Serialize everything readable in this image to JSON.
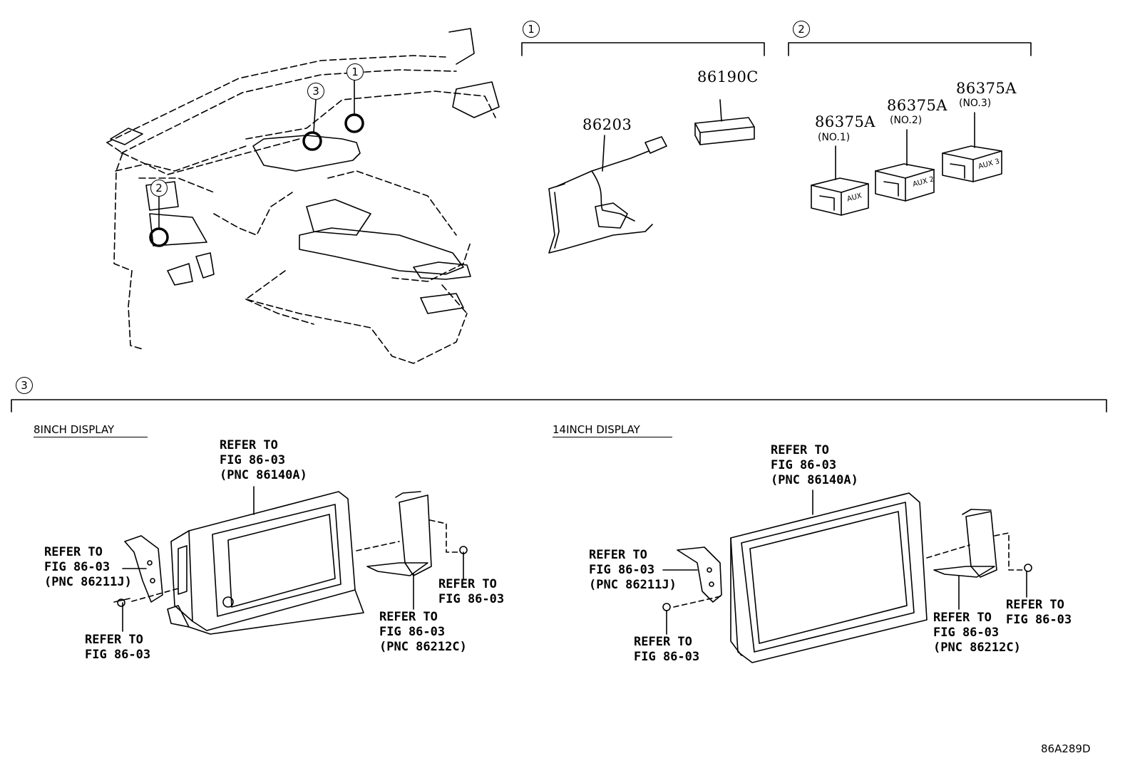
{
  "callouts": [
    "1",
    "2",
    "3"
  ],
  "group1": {
    "parts": [
      {
        "pnc": "86190C"
      },
      {
        "pnc": "86203"
      }
    ]
  },
  "group2": {
    "parts": [
      {
        "pnc": "86375A",
        "note": "(NO.1)",
        "switch_text": "AUX"
      },
      {
        "pnc": "86375A",
        "note": "(NO.2)",
        "switch_text": "AUX 2"
      },
      {
        "pnc": "86375A",
        "note": "(NO.3)",
        "switch_text": "AUX 3"
      }
    ]
  },
  "group3": {
    "display8": {
      "title": "8INCH DISPLAY",
      "refs": {
        "top": [
          "REFER TO",
          "FIG 86-03",
          "(PNC 86140A)"
        ],
        "left": [
          "REFER TO",
          "FIG 86-03",
          "(PNC 86211J)"
        ],
        "screw": [
          "REFER TO",
          "FIG 86-03"
        ],
        "right_bolt": [
          "REFER TO",
          "FIG 86-03"
        ],
        "bracket": [
          "REFER TO",
          "FIG 86-03",
          "(PNC 86212C)"
        ]
      }
    },
    "display14": {
      "title": "14INCH DISPLAY",
      "refs": {
        "top": [
          "REFER TO",
          "FIG 86-03",
          "(PNC 86140A)"
        ],
        "left": [
          "REFER TO",
          "FIG 86-03",
          "(PNC 86211J)"
        ],
        "screw": [
          "REFER TO",
          "FIG 86-03"
        ],
        "right_bolt": [
          "REFER TO",
          "FIG 86-03"
        ],
        "bracket": [
          "REFER TO",
          "FIG 86-03",
          "(PNC 86212C)"
        ]
      }
    }
  },
  "figure_code": "86A289D"
}
